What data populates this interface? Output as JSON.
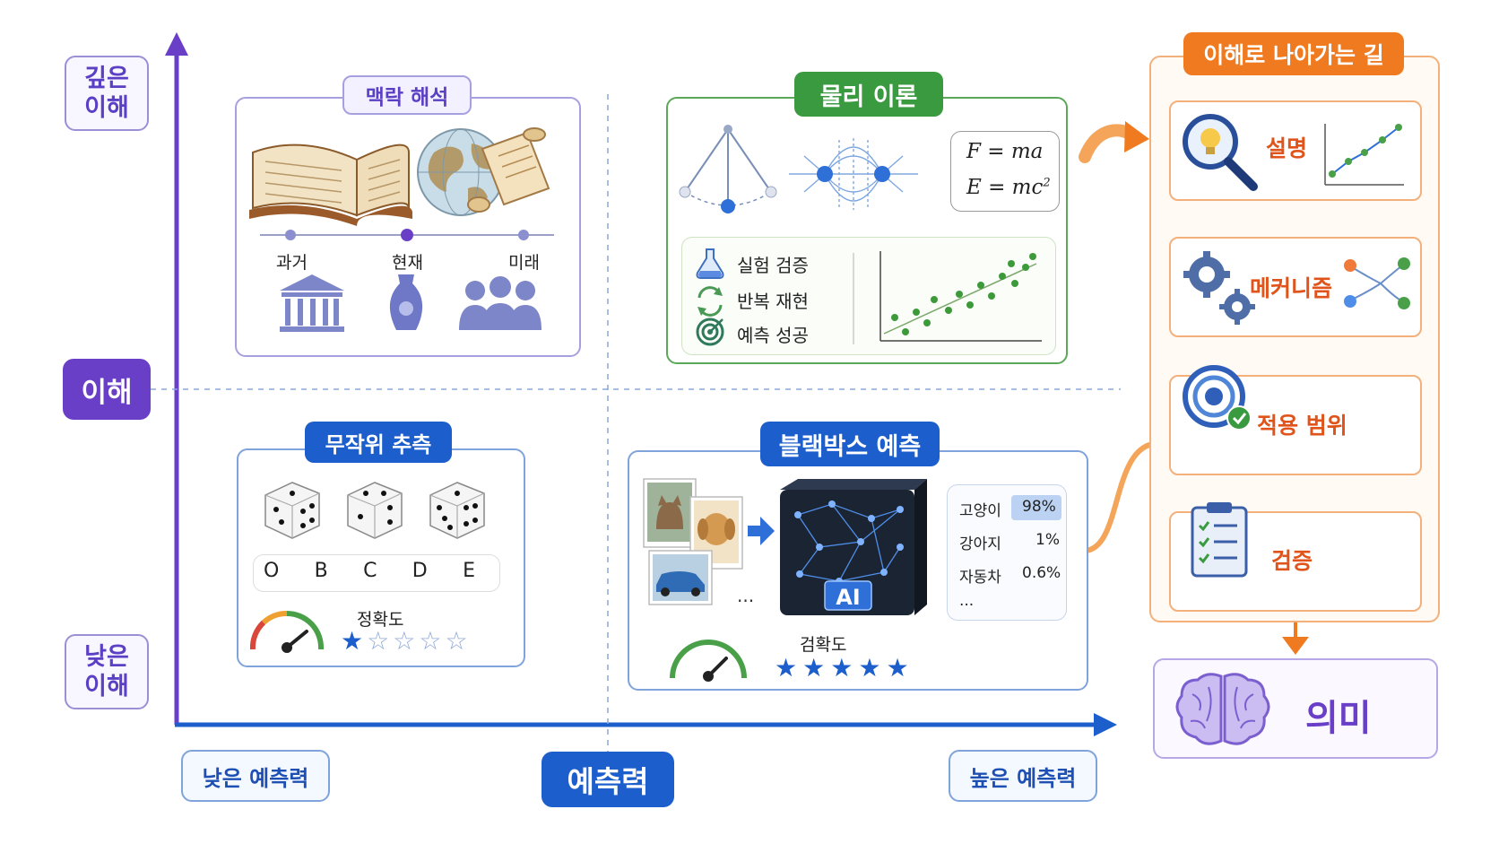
{
  "y_axis": {
    "top_label": "깊은\n이해",
    "mid_label": "이해",
    "bottom_label": "낮은\n이해"
  },
  "x_axis": {
    "left_label": "낮은 예측력",
    "mid_label": "예측력",
    "right_label": "높은 예측력"
  },
  "quadrants": {
    "context": {
      "title": "맥락 해석",
      "timeline": [
        "과거",
        "현재",
        "미래"
      ],
      "icons": [
        "open-book-icon",
        "globe-icon",
        "scroll-icon",
        "museum-icon",
        "vase-icon",
        "people-icon"
      ]
    },
    "physics": {
      "title": "물리 이론",
      "formula_1": "F = ma",
      "formula_2": "E = mc",
      "formula_2_exp": "2",
      "checks": [
        "실험 검증",
        "반복 재현",
        "예측 성공"
      ]
    },
    "random": {
      "title": "무작위 추측",
      "options": [
        "O",
        "B",
        "C",
        "D",
        "E"
      ],
      "accuracy_label": "정확도",
      "rating": 1,
      "rating_max": 5
    },
    "blackbox": {
      "title": "블랙박스 예측",
      "ai_label": "AI",
      "ellipsis": "...",
      "accuracy_label": "검확도",
      "rating": 5,
      "rating_max": 5,
      "predictions": [
        {
          "label": "고양이",
          "value": "98%"
        },
        {
          "label": "강아지",
          "value": "1%"
        },
        {
          "label": "자동차",
          "value": "0.6%"
        }
      ],
      "predictions_more": "..."
    }
  },
  "path": {
    "title": "이해로 나아가는 길",
    "steps": [
      "설명",
      "메커니즘",
      "적용 범위",
      "검증"
    ],
    "result": "의미"
  },
  "colors": {
    "purple": "#6a3fc8",
    "blue": "#1c5fcc",
    "green": "#3a9a3f",
    "orange": "#f07a1f"
  }
}
